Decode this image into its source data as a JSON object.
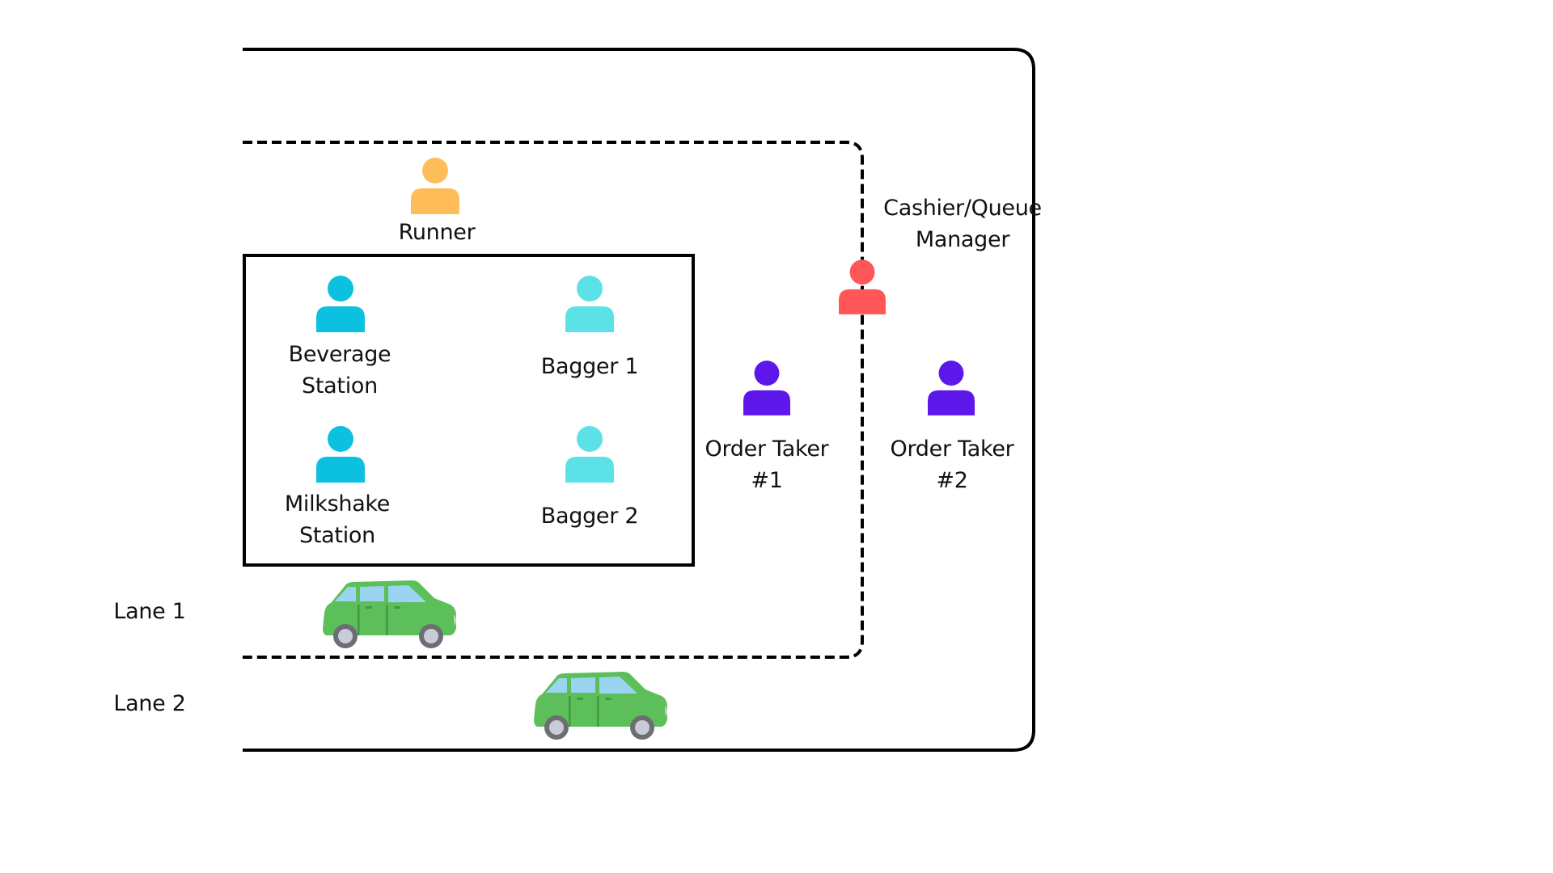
{
  "diagram": {
    "title": "Drive-thru staffing layout",
    "colors": {
      "runner": "#ffbd59",
      "station": "#0cc0df",
      "bagger": "#5ce1e6",
      "cashier": "#ff5757",
      "order_taker": "#5e17eb",
      "car_body": "#5cbf5a",
      "car_window": "#9bd4f0",
      "car_wheel": "#6d6e74",
      "car_hub": "#c9cbd8",
      "line": "#000000"
    },
    "roles": {
      "runner": {
        "label": "Runner"
      },
      "beverage": {
        "line1": "Beverage",
        "line2": "Station"
      },
      "milkshake": {
        "line1": "Milkshake",
        "line2": "Station"
      },
      "bagger1": {
        "label": "Bagger 1"
      },
      "bagger2": {
        "label": "Bagger 2"
      },
      "cashier": {
        "line1": "Cashier/Queue",
        "line2": "Manager"
      },
      "order_taker1": {
        "line1": "Order Taker",
        "line2": "#1"
      },
      "order_taker2": {
        "line1": "Order Taker",
        "line2": "#2"
      }
    },
    "lanes": [
      {
        "label": "Lane 1"
      },
      {
        "label": "Lane 2"
      }
    ]
  }
}
